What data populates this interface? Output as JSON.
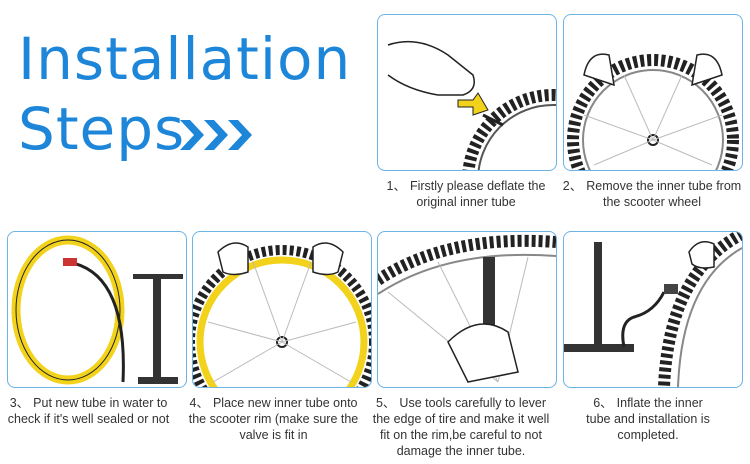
{
  "heading": {
    "line1": "Installation",
    "line2": "Steps"
  },
  "colors": {
    "accent": "#1e86d8",
    "border": "#6cb3e6",
    "tube": "#f2d21a"
  },
  "steps": [
    {
      "num": "1、",
      "text": "Firstly please deflate the original inner tube"
    },
    {
      "num": "2、",
      "text": "Remove the inner tube from the scooter wheel"
    },
    {
      "num": "3、",
      "text": "Put new tube in water to check if it's well sealed or not"
    },
    {
      "num": "4、",
      "text": "Place new inner tube onto the scooter rim (make sure the valve is fit in"
    },
    {
      "num": "5、",
      "text": "Use tools carefully to lever the edge of tire and make it well fit on the rim,be careful to not damage the inner tube."
    },
    {
      "num": "6、",
      "text": "Inflate the inner tube and installation is completed."
    }
  ]
}
